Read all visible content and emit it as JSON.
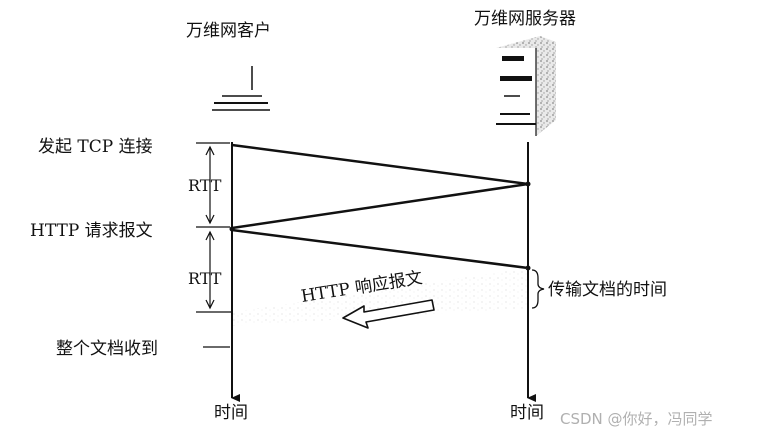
{
  "client": {
    "title": "万维网客户"
  },
  "server": {
    "title": "万维网服务器"
  },
  "events": {
    "tcp": "发起 TCP 连接",
    "http_request": "HTTP 请求报文",
    "doc_received": "整个文档收到"
  },
  "intervals": {
    "rtt_first": "RTT",
    "rtt_second": "RTT",
    "transfer_time": "传输文档的时间"
  },
  "arrows": {
    "http_response": "HTTP 响应报文"
  },
  "axes": {
    "client_time": "时间",
    "server_time": "时间"
  },
  "watermark": {
    "text": "CSDN @你好，冯同学"
  },
  "colors": {
    "ink": "#111111",
    "watermark": "#b0b0b0"
  }
}
